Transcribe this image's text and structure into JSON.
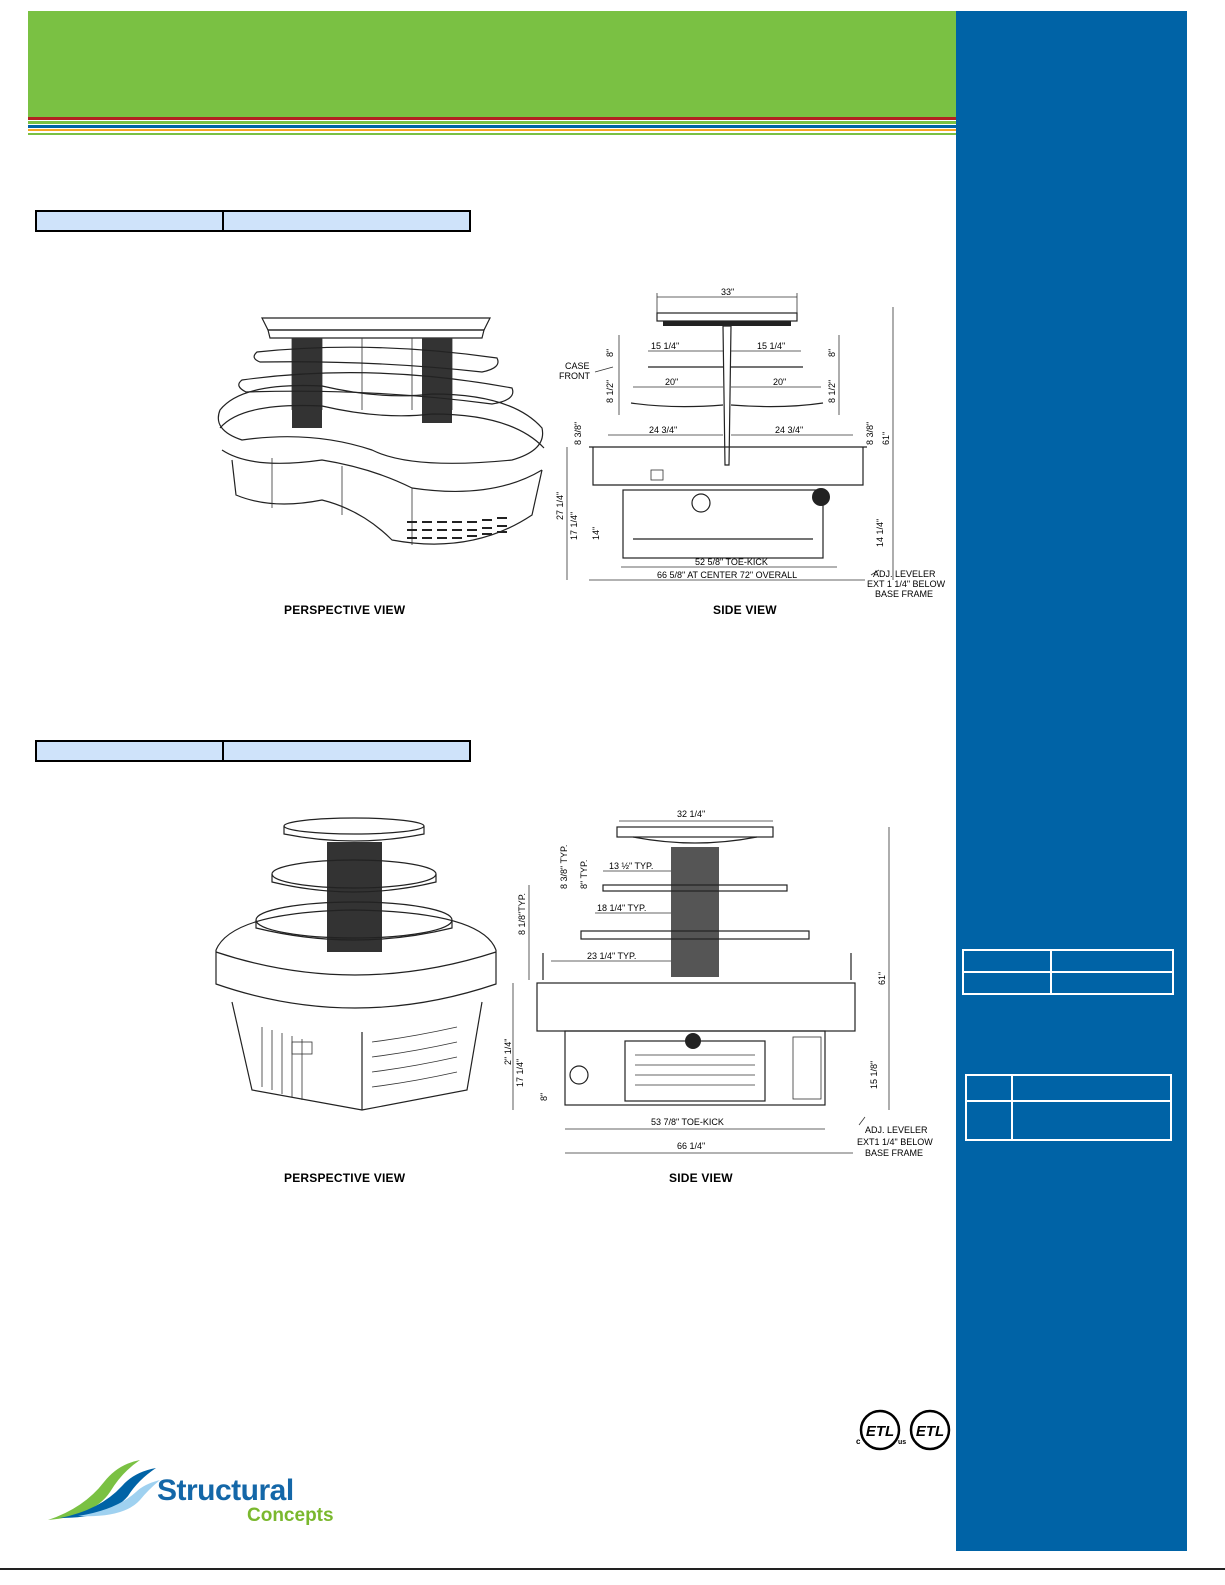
{
  "colors": {
    "header_green": "#7ac143",
    "sidebar_blue": "#0063a6",
    "table_fill": "#cfe3fa"
  },
  "drawing1": {
    "perspective_caption": "PERSPECTIVE VIEW",
    "side_caption": "SIDE VIEW",
    "dims": {
      "top_width": "33\"",
      "shelf1_left": "15 1/4\"",
      "shelf1_right": "15 1/4\"",
      "shelf2_left": "20\"",
      "shelf2_right": "20\"",
      "shelf3_left": "24 3/4\"",
      "shelf3_right": "24 3/4\"",
      "case_front_1": "CASE",
      "case_front_2": "FRONT",
      "v_8_left": "8\"",
      "v_8_right": "8\"",
      "v_8half_left": "8 1/2\"",
      "v_8half_right": "8 1/2\"",
      "v_8_3_8_left": "8 3/8\"",
      "v_8_3_8_right": "8 3/8\"",
      "overall_height": "61\"",
      "h_27_1_4": "27 1/4\"",
      "h_17_1_4": "17 1/4\"",
      "h_14": "14\"",
      "h_14_1_4": "14 1/4\"",
      "toe_kick": "52 5/8\" TOE-KICK",
      "overall_width": "66 5/8\" AT CENTER 72\" OVERALL",
      "leveler_1": "ADJ. LEVELER",
      "leveler_2": "EXT 1 1/4\" BELOW",
      "leveler_3": "BASE FRAME"
    }
  },
  "drawing2": {
    "perspective_caption": "PERSPECTIVE VIEW",
    "side_caption": "SIDE VIEW",
    "dims": {
      "top_width": "32 1/4\"",
      "shelf1": "13 ½\" TYP.",
      "shelf2": "18 1/4\" TYP.",
      "shelf3": "23 1/4\" TYP.",
      "v_8_3_8_typ": "8 3/8\" TYP.",
      "v_8_typ": "8\" TYP.",
      "v_8_1_8_typ": "8 1/8\"TYP.",
      "overall_height": "61\"",
      "h_2_1_4": "2\" 1/4\"",
      "h_17_1_4": "17 1/4\"",
      "h_8": "8\"",
      "h_15_1_8": "15 1/8\"",
      "toe_kick": "53 7/8\" TOE-KICK",
      "overall_width": "66 1/4\"",
      "leveler_1": "ADJ. LEVELER",
      "leveler_2": "EXT1 1/4\" BELOW",
      "leveler_3": "BASE FRAME"
    }
  },
  "etl": {
    "mark": "ETL",
    "c": "c",
    "us": "us"
  },
  "logo": {
    "line1": "Structural",
    "line2": "Concepts"
  }
}
